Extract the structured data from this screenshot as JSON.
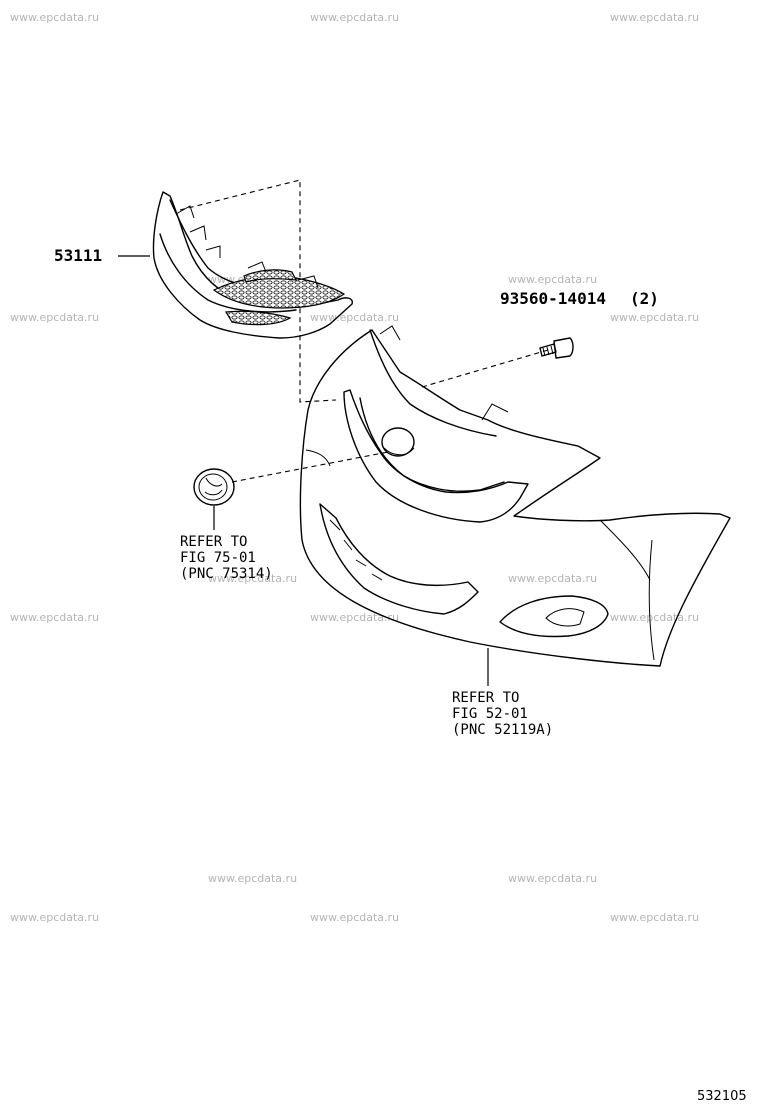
{
  "watermark": "www.epcdata.ru",
  "parts": {
    "grille": {
      "number": "53111"
    },
    "screw": {
      "number": "93560-14014",
      "qty": "(2)"
    }
  },
  "references": {
    "emblem": {
      "line1": "REFER TO",
      "line2": "FIG 75-01",
      "line3": "(PNC 75314)"
    },
    "bumper": {
      "line1": "REFER TO",
      "line2": "FIG 52-01",
      "line3": "(PNC 52119A)"
    }
  },
  "figure_number": "532105"
}
